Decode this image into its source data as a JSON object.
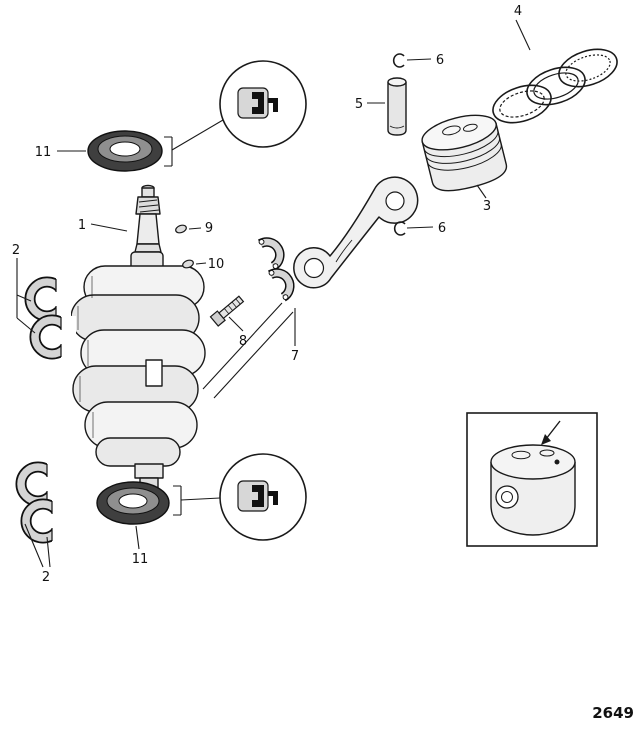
{
  "figure": {
    "number": "2649"
  },
  "callouts": {
    "crankshaft": "1",
    "main_bearing_upper": "2",
    "main_bearing_lower": "2",
    "piston": "3",
    "ring_set": "4",
    "piston_pin": "5",
    "pin_retainer_top": "6",
    "pin_retainer_bottom": "6",
    "connecting_rod": "7",
    "rod_bolt": "8",
    "woodruff_key": "9",
    "dowel_pin": "10",
    "oil_seal_top": "11",
    "oil_seal_bottom": "11"
  },
  "colors": {
    "line": "#1a1a1a",
    "background": "#ffffff",
    "seal_dark": "#3f3f3f",
    "metal_light": "#f2f2f2",
    "metal_mid": "#d4d4d4"
  }
}
